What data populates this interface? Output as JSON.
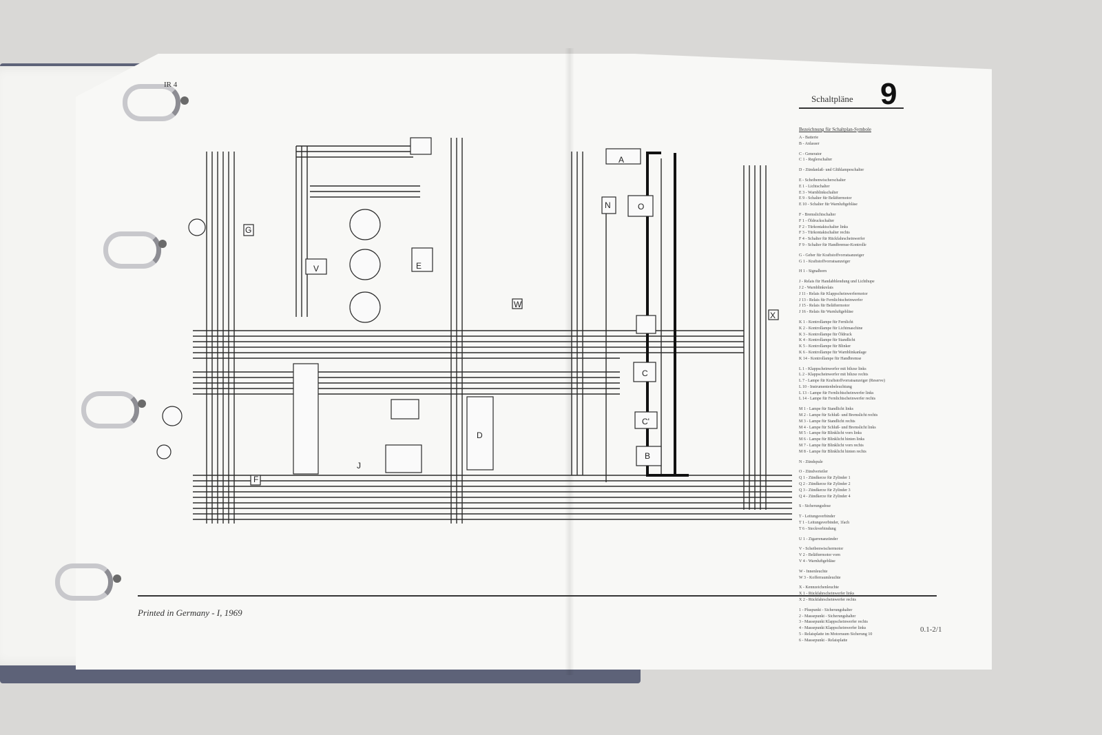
{
  "manual": {
    "page_number": "IR 4",
    "section_title": "Schaltpläne",
    "section_number": "9",
    "footer_left": "Printed in Germany - I, 1969",
    "footer_right": "0.1-2/1"
  },
  "legend": {
    "title": "Bezeichnung für Schaltplan-Symbole",
    "entries": [
      "A - Batterie",
      "B - Anlasser",
      "C - Generator",
      "C 1 - Reglerschalter",
      "D - Zündanlaß- und Glühlampeschalter",
      "E - Scheibenwischerschalter",
      "E 1 - Lichtschalter",
      "E 3 - Warnblinkschalter",
      "E 9 - Schalter für Beläftermotor",
      "E 10 - Schalter für Warnluftgebläse",
      "F - Bremslichtschalter",
      "F 1 - Öldruckschalter",
      "F 2 - Türkontaktschalter links",
      "F 3 - Türkontaktschalter rechts",
      "F 4 - Schalter für Rückfahrscheinwerfer",
      "F 9 - Schalter für Handbremse-Kontrolle",
      "G - Geber für Kraftstoffvorratsanzeiger",
      "G 1 - Kraftstoffvorratsanzeiger",
      "H 1 - Signalhorn",
      "J - Relais für Handabblendung und Lichthupe",
      "J 2 - Warnblinkrelais",
      "J 11 - Relais für Klappscheinwerfermotor",
      "J 13 - Relais für Fernlichtscheinwerfer",
      "J 15 - Relais für Beläftermotor",
      "J 16 - Relais für Warnluftgebläse",
      "K 1 - Kontrollampe für Fernlicht",
      "K 2 - Kontrollampe für Lichtmaschine",
      "K 3 - Kontrollampe für Öldruck",
      "K 4 - Kontrollampe für Standlicht",
      "K 5 - Kontrollampe für Blinker",
      "K 6 - Kontrollampe für Warnblinkanlage",
      "K 14 - Kontrollampe für Handbremse",
      "L 1 - Klappscheinwerfer mit biluxe links",
      "L 2 - Klappscheinwerfer mit biluxe rechts",
      "L 7 - Lampe für Kraftstoffvorratsanzeiger (Reserve)",
      "L 10 - Instrumentenbeleuchtung",
      "L 13 - Lampe für Fernlichtscheinwerfer links",
      "L 14 - Lampe für Fernlichtscheinwerfer rechts",
      "M 1 - Lampe für Standlicht links",
      "M 2 - Lampe für Schluß- und Bremslicht rechts",
      "M 3 - Lampe für Standlicht rechts",
      "M 4 - Lampe für Schluß- und Bremslicht links",
      "M 5 - Lampe für Blinklicht vorn links",
      "M 6 - Lampe für Blinklicht hinten links",
      "M 7 - Lampe für Blinklicht vorn rechts",
      "M 8 - Lampe für Blinklicht hinten rechts",
      "N - Zündspule",
      "O - Zündverteiler",
      "Q 1 - Zündkerze für Zylinder 1",
      "Q 2 - Zündkerze für Zylinder 2",
      "Q 3 - Zündkerze für Zylinder 3",
      "Q 4 - Zündkerze für Zylinder 4",
      "S - Sicherungsdose",
      "T - Leitungsverbinder",
      "T 1 - Leitungsverbinder, 1fach",
      "T 6 - Steckverbindung",
      "U 1 - Zigarrenanzünder",
      "V - Scheibenwischermotor",
      "V 2 - Beläftermotor vorn",
      "V 4 - Warnluftgebläse",
      "W - Innenleuchte",
      "W 3 - Kofferraumleuchte",
      "X - Kennzeichenleuchte",
      "X 1 - Rückfahrscheinwerfer links",
      "X 2 - Rückfahrscheinwerfer rechts",
      "1 - Pluspunkt - Sicherungshalter",
      "2 - Massepunkt - Sicherungshalter",
      "3 - Massepunkt Klappscheinwerfer rechts",
      "4 - Massepunkt Klappscheinwerfer links",
      "5 - Relaisplatte im Motorraum Sicherung 10",
      "6 - Massepunkt - Relaisplatte"
    ]
  },
  "diagram_labels": {
    "A": "A",
    "B": "B",
    "C": "C",
    "C1": "C'",
    "D": "D",
    "E": "E",
    "F": "F",
    "G": "G",
    "J": "J",
    "N": "N",
    "O": "O",
    "V": "V",
    "W": "W",
    "X": "X"
  }
}
